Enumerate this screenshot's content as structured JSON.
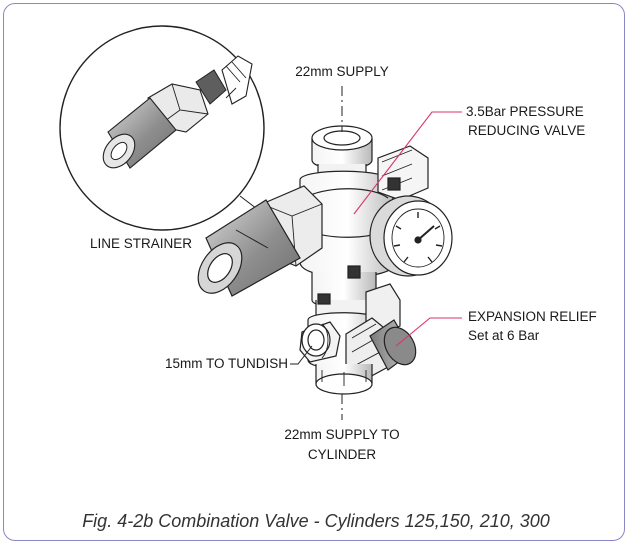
{
  "labels": {
    "supply_top": "22mm SUPPLY",
    "prv_line1": "3.5Bar  PRESSURE",
    "prv_line2": "REDUCING VALVE",
    "line_strainer": "LINE STRAINER",
    "expansion_line1": "EXPANSION RELIEF",
    "expansion_line2": "Set at 6 Bar",
    "tundish": "15mm TO TUNDISH",
    "supply_bottom_line1": "22mm SUPPLY TO",
    "supply_bottom_line2": "CYLINDER"
  },
  "caption": "Fig. 4-2b Combination Valve - Cylinders 125,150, 210, 300",
  "colors": {
    "frame": "#8a87c4",
    "leader": "#d8336f",
    "shading": "#8c8c8c"
  }
}
